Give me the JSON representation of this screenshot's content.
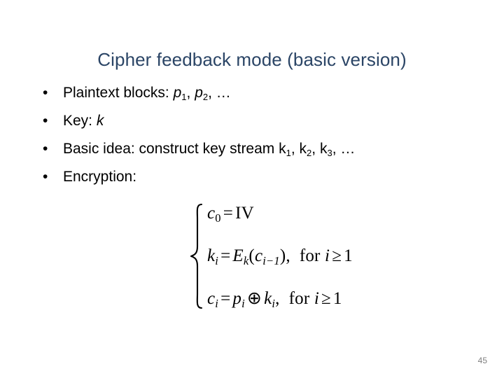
{
  "slide": {
    "title": "Cipher feedback mode (basic version)",
    "title_color": "#2b4566",
    "background_color": "#ffffff",
    "page_number": "45",
    "page_number_color": "#808080"
  },
  "bullets": [
    {
      "marker": "•",
      "parts": [
        {
          "text": "Plaintext blocks: ",
          "style": "normal"
        },
        {
          "text": "p",
          "style": "italic",
          "sub": "1"
        },
        {
          "text": ", ",
          "style": "normal"
        },
        {
          "text": "p",
          "style": "italic",
          "sub": "2"
        },
        {
          "text": ", …",
          "style": "normal"
        }
      ],
      "plain": "Plaintext blocks: p1, p2, …"
    },
    {
      "marker": "•",
      "parts": [
        {
          "text": "Key: ",
          "style": "normal"
        },
        {
          "text": "k",
          "style": "italic"
        }
      ],
      "plain": "Key: k"
    },
    {
      "marker": "•",
      "parts": [
        {
          "text": "Basic idea: construct key stream  ",
          "style": "normal"
        },
        {
          "text": "k",
          "style": "upright",
          "sub": "1"
        },
        {
          "text": ", ",
          "style": "normal"
        },
        {
          "text": "k",
          "style": "upright",
          "sub": "2"
        },
        {
          "text": ", ",
          "style": "normal"
        },
        {
          "text": "k",
          "style": "upright",
          "sub": "3"
        },
        {
          "text": ", …",
          "style": "normal"
        }
      ],
      "plain": "Basic idea: construct key stream  k1, k2, k3, …"
    },
    {
      "marker": "•",
      "parts": [
        {
          "text": "Encryption:",
          "style": "normal"
        }
      ],
      "plain": "Encryption:"
    }
  ],
  "equations": {
    "brace": "{",
    "lines": [
      {
        "id": "c0-iv",
        "latex": "c_0 = \\mathrm{IV}",
        "plain": "c0 = IV",
        "tokens": [
          {
            "t": "c",
            "k": "mi"
          },
          {
            "t": "0",
            "k": "msub-r"
          },
          {
            "t": "=",
            "k": "op"
          },
          {
            "t": "IV",
            "k": "mr"
          }
        ]
      },
      {
        "id": "ki-ek",
        "latex": "k_i = E_k(c_{i-1}),\\ \\ \\mathrm{for}\\ i \\geq 1",
        "plain": "ki = Ek(ci-1),  for i ≥ 1",
        "tokens": [
          {
            "t": "k",
            "k": "mi"
          },
          {
            "t": "i",
            "k": "msub"
          },
          {
            "t": "=",
            "k": "op"
          },
          {
            "t": "E",
            "k": "mi"
          },
          {
            "t": "k",
            "k": "msub"
          },
          {
            "t": "(",
            "k": "mr"
          },
          {
            "t": "c",
            "k": "mi"
          },
          {
            "t": "i−1",
            "k": "msub"
          },
          {
            "t": "),",
            "k": "mr"
          },
          {
            "t": "gap",
            "k": "gap"
          },
          {
            "t": "for",
            "k": "mr"
          },
          {
            "t": " ",
            "k": "mr"
          },
          {
            "t": "i",
            "k": "mi"
          },
          {
            "t": "≥",
            "k": "op"
          },
          {
            "t": "1",
            "k": "mr"
          }
        ]
      },
      {
        "id": "ci-xor",
        "latex": "c_i = p_i \\oplus k_i,\\ \\ \\mathrm{for}\\ i \\geq 1",
        "plain": "ci = pi ⊕ ki,  for i ≥ 1",
        "tokens": [
          {
            "t": "c",
            "k": "mi"
          },
          {
            "t": "i",
            "k": "msub"
          },
          {
            "t": "=",
            "k": "op"
          },
          {
            "t": "p",
            "k": "mi"
          },
          {
            "t": "i",
            "k": "msub"
          },
          {
            "t": "⊕",
            "k": "op"
          },
          {
            "t": "k",
            "k": "mi"
          },
          {
            "t": "i",
            "k": "msub"
          },
          {
            "t": ",",
            "k": "mr"
          },
          {
            "t": "gap",
            "k": "gap"
          },
          {
            "t": "for",
            "k": "mr"
          },
          {
            "t": " ",
            "k": "mr"
          },
          {
            "t": "i",
            "k": "mi"
          },
          {
            "t": "≥",
            "k": "op"
          },
          {
            "t": "1",
            "k": "mr"
          }
        ]
      }
    ]
  }
}
